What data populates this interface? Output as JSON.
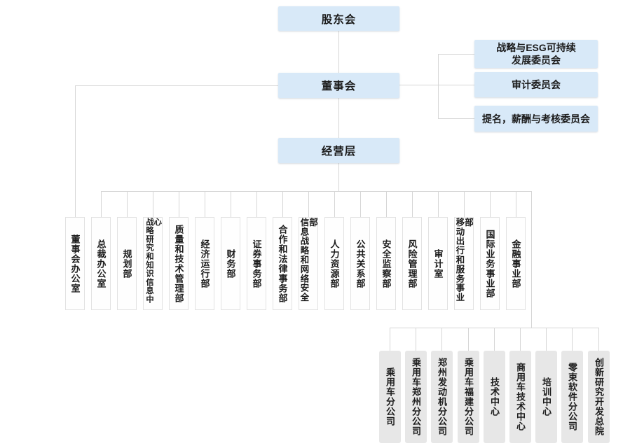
{
  "org": {
    "shareholders": "股东会",
    "board": "董事会",
    "management": "经营层",
    "committees": [
      "战略与ESG可持续\n发展委员会",
      "审计委员会",
      "提名，薪酬与考核委员会"
    ],
    "departments": [
      "董事会办公室",
      "总裁办公室",
      "规划部",
      "战略研究和知识信息中心",
      "质量和技术管理部",
      "经济运行部",
      "财务部",
      "证券事务部",
      "合作和法律事务部",
      "信息战略和网络安全部",
      "人力资源部",
      "公共关系部",
      "安全监察部",
      "风险管理部",
      "审计室",
      "移动出行和服务事业部",
      "国际业务事业部",
      "金融事业部"
    ],
    "subsidiaries": [
      "乘用车分公司",
      "乘用车郑州分公司",
      "郑州发动机分公司",
      "乘用车福建分公司",
      "技术中心",
      "商用车技术中心",
      "培训中心",
      "零束软件分公司",
      "创新研究开发总院"
    ]
  },
  "colors": {
    "node_blue": "#d8e9f8",
    "department_fill": "#fefefe",
    "department_border": "#e2e2e2",
    "subsidiary_fill": "#e7e7e7",
    "connector": "#d6d6d6",
    "text": "#1b1b1b"
  }
}
